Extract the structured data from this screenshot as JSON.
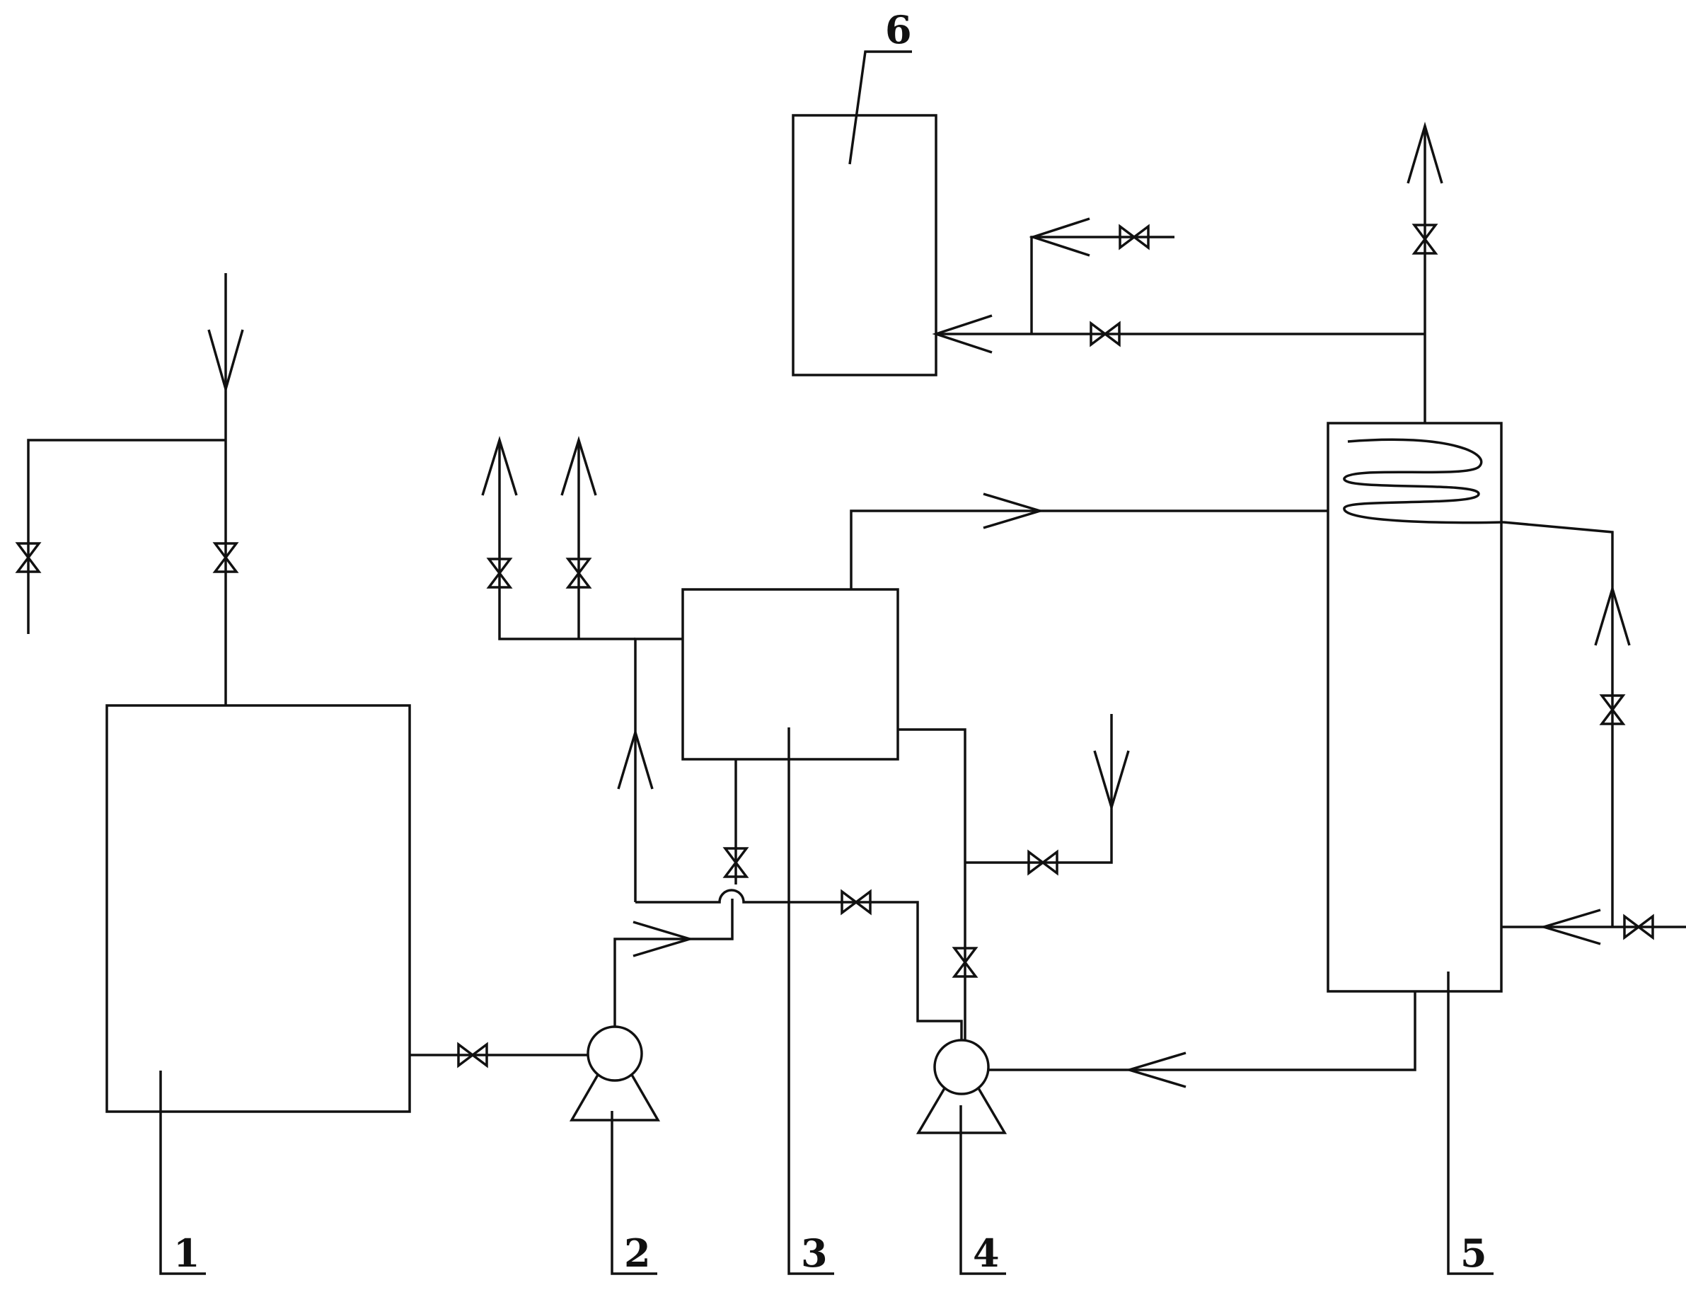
{
  "diagram": {
    "labels": {
      "1": "1",
      "2": "2",
      "3": "3",
      "4": "4",
      "5": "5",
      "6": "6"
    },
    "colors": {
      "line": "#111111",
      "background": "#ffffff"
    },
    "icons": [
      "valve-icon",
      "pump-icon",
      "flow-arrow-icon",
      "heat-exchange-coil-icon"
    ]
  }
}
